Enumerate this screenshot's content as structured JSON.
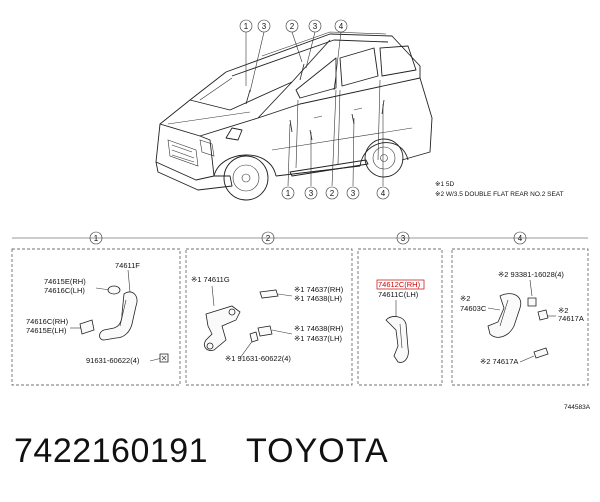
{
  "callouts_top": [
    "1",
    "3",
    "2",
    "3",
    "4"
  ],
  "callouts_bottom": [
    "1",
    "3",
    "2",
    "3",
    "4"
  ],
  "notes": {
    "n1": "※1 5D",
    "n2": "※2 W/3.5 DOUBLE FLAT REAR NO.2 SEAT"
  },
  "panels": [
    {
      "id": "1",
      "labels": [
        "74611F",
        "74615E(RH)",
        "74616C(LH)",
        "74616C(RH)",
        "74615E(LH)",
        "91631-60622(4)"
      ]
    },
    {
      "id": "2",
      "labels": [
        "※1 74611G",
        "※1 74637(RH)",
        "※1 74638(LH)",
        "※1 74638(RH)",
        "※1 74637(LH)",
        "※1 91631-60622(4)"
      ]
    },
    {
      "id": "3",
      "labels": [
        "74612C(RH)",
        "74611C(LH)"
      ]
    },
    {
      "id": "4",
      "labels": [
        "※2 93381-16028(4)",
        "※2",
        "74603C",
        "※2",
        "74617A",
        "※2 74617A"
      ]
    }
  ],
  "diagram_code": "744583A",
  "footer": {
    "part_number": "7422160191",
    "brand": "TOYOTA"
  }
}
